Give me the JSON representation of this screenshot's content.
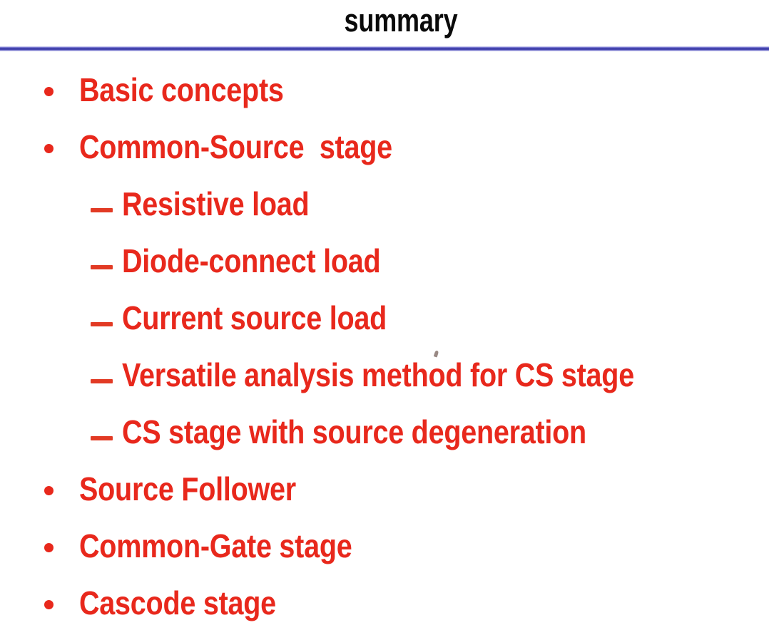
{
  "slide": {
    "title": "summary",
    "title_color": "#0a0a0a",
    "background_color": "#ffffff",
    "rule_color": "#34349e",
    "bullet_color": "#e8281c"
  },
  "outline": [
    {
      "level": 1,
      "marker": "disc",
      "text": "Basic concepts"
    },
    {
      "level": 1,
      "marker": "disc",
      "text": "Common-Source  stage"
    },
    {
      "level": 2,
      "marker": "en-dash",
      "text": "Resistive load"
    },
    {
      "level": 2,
      "marker": "en-dash",
      "text": "Diode-connect load"
    },
    {
      "level": 2,
      "marker": "en-dash",
      "text": "Current source load"
    },
    {
      "level": 2,
      "marker": "en-dash",
      "text": "Versatile analysis method for CS stage"
    },
    {
      "level": 2,
      "marker": "en-dash",
      "text": "CS stage with source degeneration"
    },
    {
      "level": 1,
      "marker": "disc",
      "text": "Source Follower"
    },
    {
      "level": 1,
      "marker": "disc",
      "text": "Common-Gate stage"
    },
    {
      "level": 1,
      "marker": "disc",
      "text": "Cascode stage"
    }
  ]
}
